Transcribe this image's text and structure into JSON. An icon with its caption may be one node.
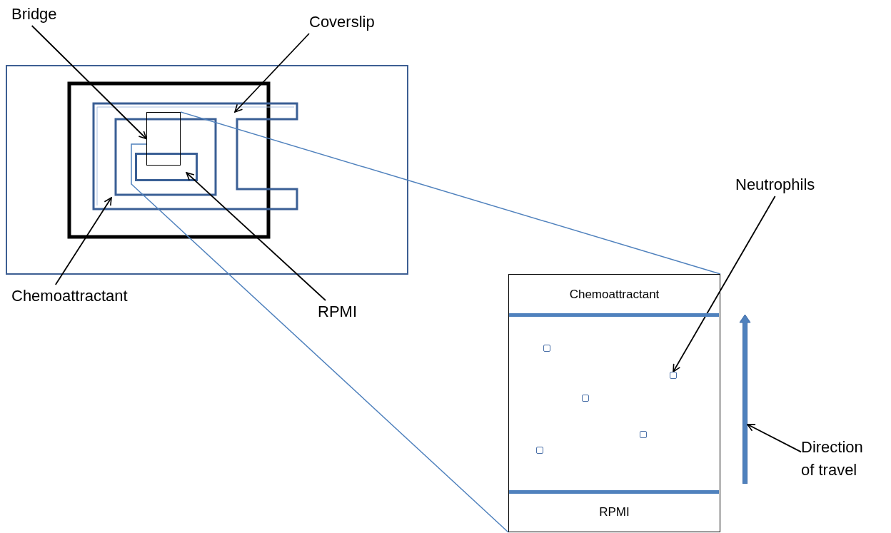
{
  "diagram": {
    "nodes": [
      {
        "text": [
          "Bridge"
        ]
      },
      {
        "text": [
          "Coverslip"
        ]
      },
      {
        "text": [],
        "shape": "box"
      },
      {
        "text": [
          "Neutrophils"
        ]
      },
      {
        "text": [
          "Chemoattractant"
        ]
      },
      {
        "text": [
          "RPMI"
        ]
      },
      {
        "text": [],
        "shape": "box"
      },
      {
        "text": [
          "Chemoattractant"
        ],
        "in": 6
      },
      {
        "text": [],
        "shape": "box",
        "in": 6
      },
      {
        "text": [],
        "shape": "box",
        "in": 6
      },
      {
        "text": [],
        "shape": "box",
        "in": 6
      },
      {
        "text": [],
        "shape": "box",
        "in": 6
      },
      {
        "text": [],
        "shape": "box",
        "in": 6
      },
      {
        "text": [
          "RPMI"
        ],
        "in": 6
      },
      {
        "text": [],
        "shape": "arrow"
      },
      {
        "text": [
          "Direction of travel"
        ]
      },
      {
        "text": [],
        "shape": "box"
      }
    ],
    "edges": [
      {
        "from": 0,
        "to": 2,
        "arrow": "to"
      },
      {
        "from": 1,
        "to": null,
        "arrow": "to"
      },
      {
        "from": 3,
        "to": 9,
        "arrow": "to"
      },
      {
        "from": 4,
        "to": null,
        "arrow": "to"
      },
      {
        "from": 5,
        "to": 16,
        "arrow": "to"
      },
      {
        "from": 15,
        "to": 14,
        "arrow": "to"
      },
      {
        "from": 2,
        "to": 6,
        "arrow": "none",
        "color": "#4f81bd"
      },
      {
        "from": 2,
        "to": 6,
        "arrow": "none",
        "color": "#4f81bd"
      }
    ]
  }
}
